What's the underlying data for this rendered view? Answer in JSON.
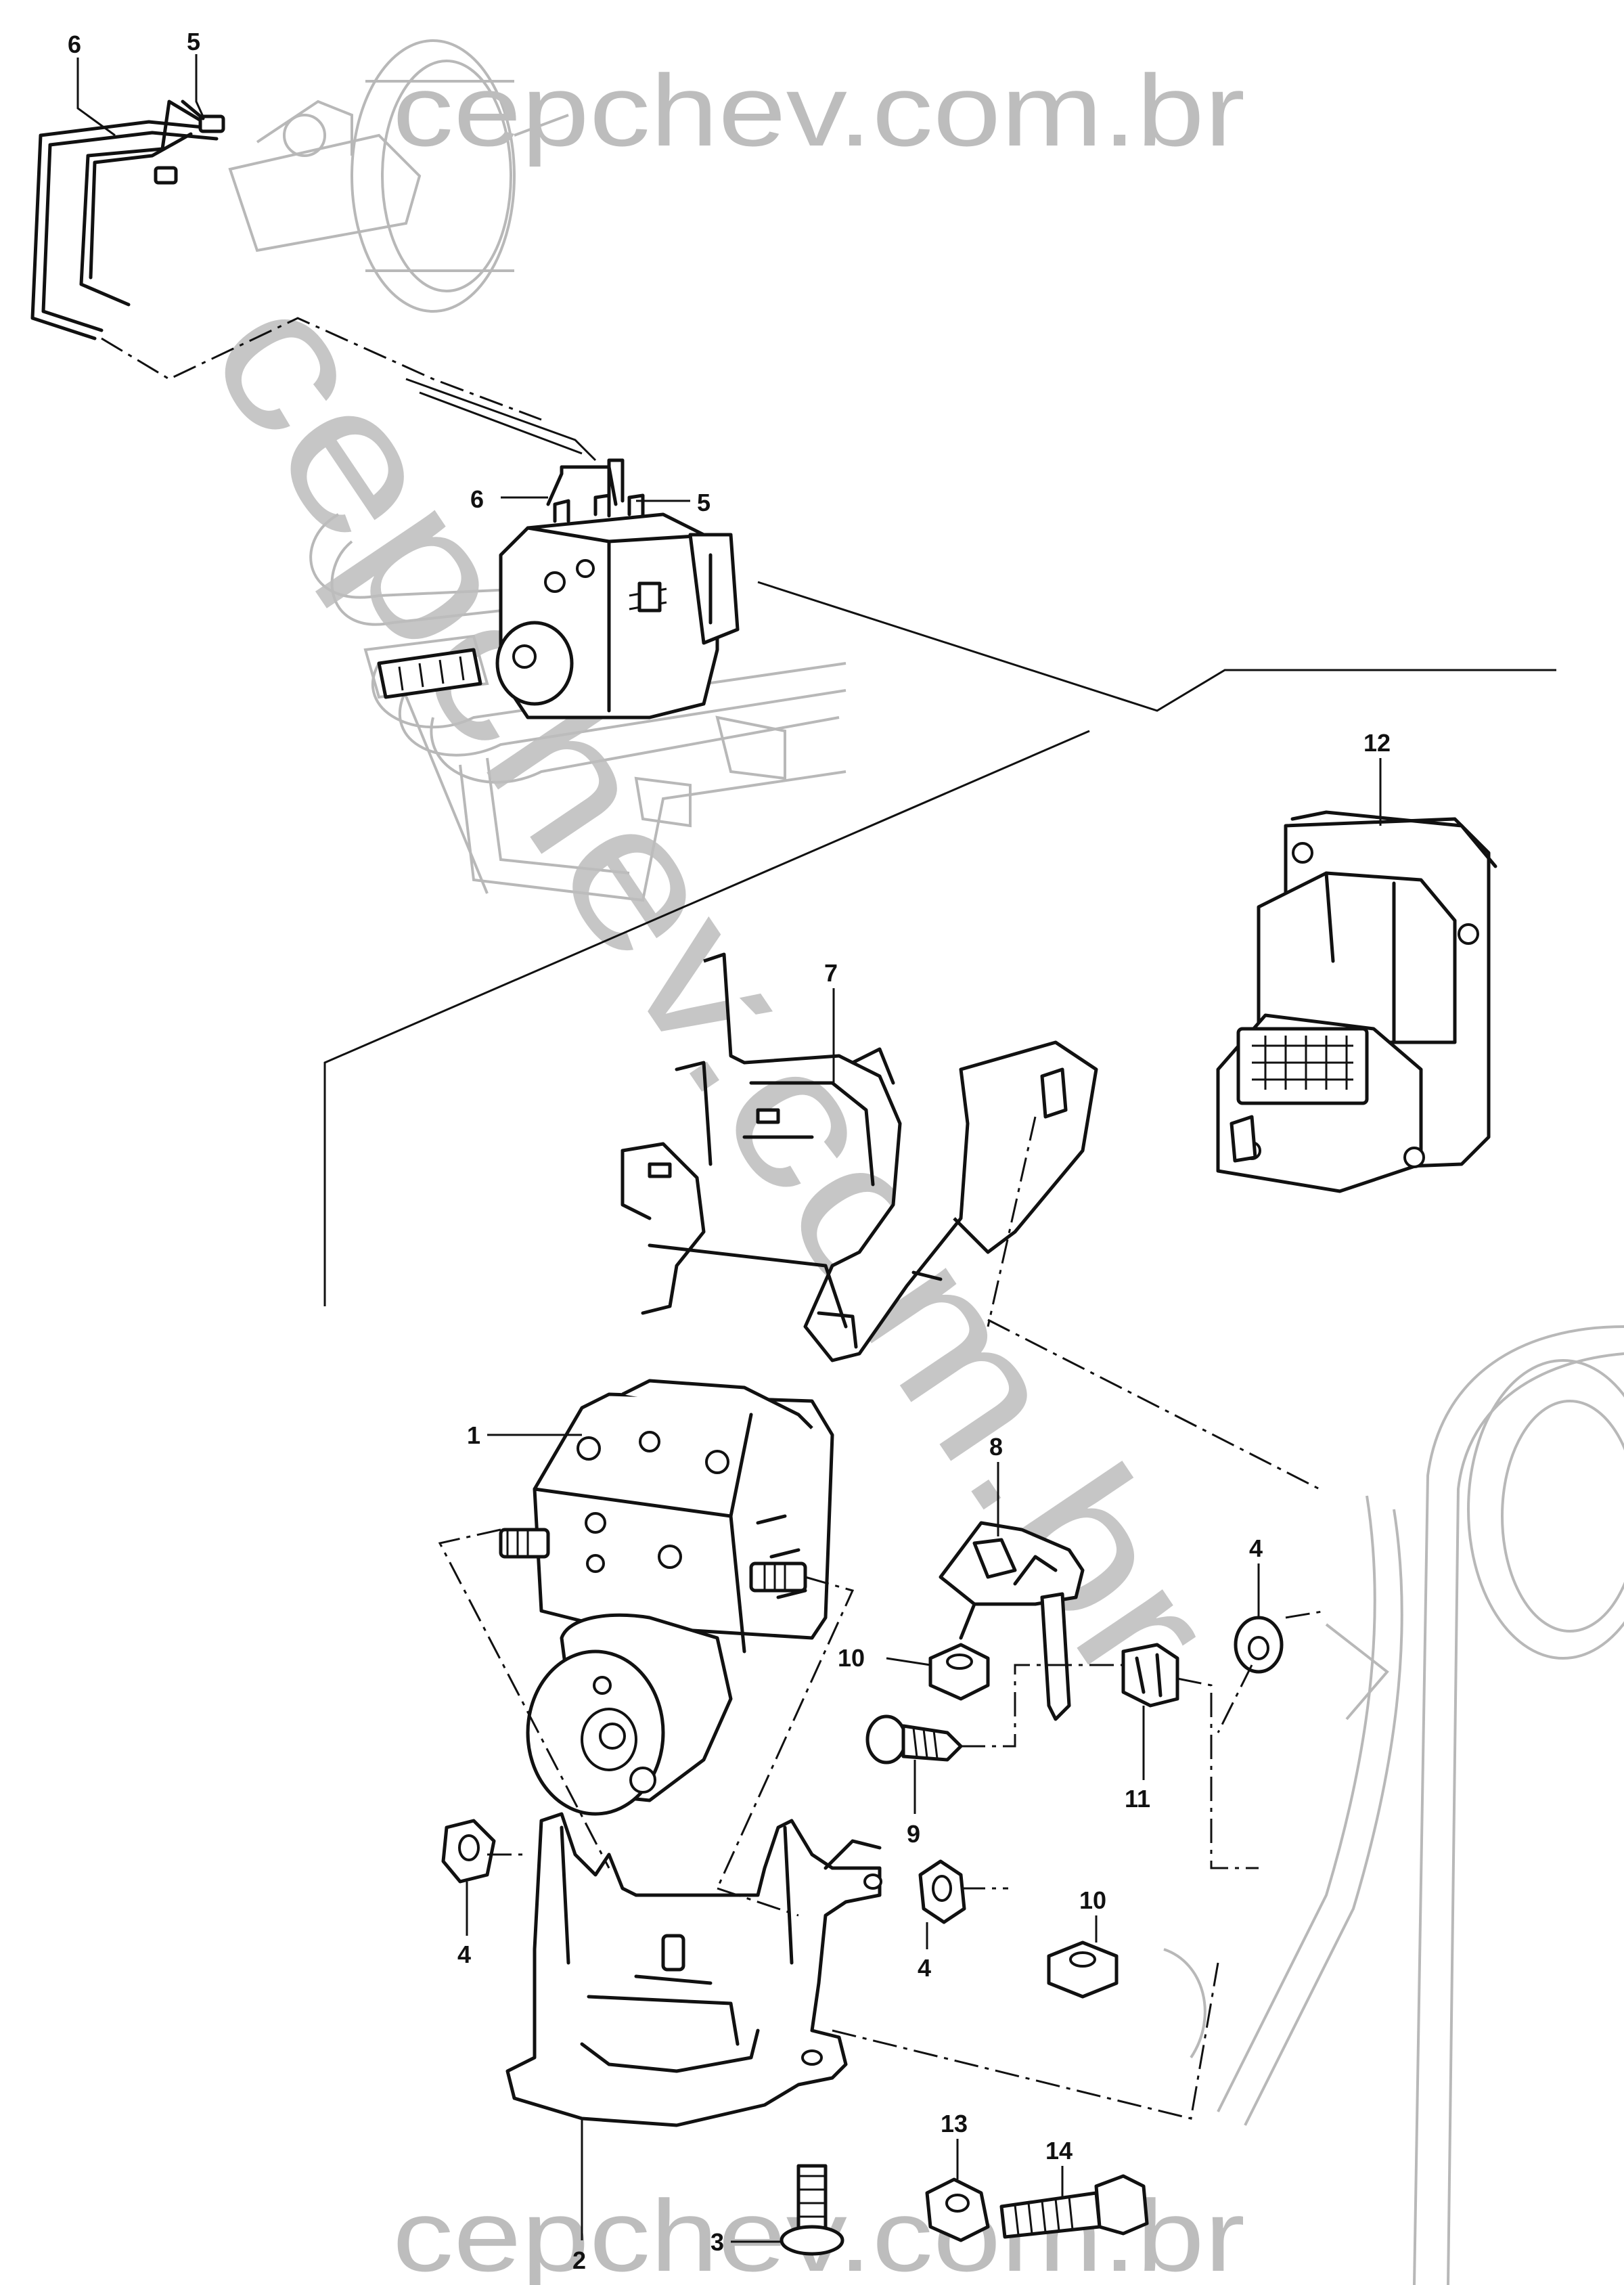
{
  "watermark": {
    "top": "cepchev.com.br",
    "diagonal": "cepchev.com.br",
    "bottom": "cepchev.com.br"
  },
  "callouts": [
    {
      "id": "c6a",
      "label": "6"
    },
    {
      "id": "c5a",
      "label": "5"
    },
    {
      "id": "c6b",
      "label": "6"
    },
    {
      "id": "c5b",
      "label": "5"
    },
    {
      "id": "c12",
      "label": "12"
    },
    {
      "id": "c7",
      "label": "7"
    },
    {
      "id": "c1",
      "label": "1"
    },
    {
      "id": "c8",
      "label": "8"
    },
    {
      "id": "c4a",
      "label": "4"
    },
    {
      "id": "c10a",
      "label": "10"
    },
    {
      "id": "c11",
      "label": "11"
    },
    {
      "id": "c9",
      "label": "9"
    },
    {
      "id": "c4b",
      "label": "4"
    },
    {
      "id": "c10b",
      "label": "10"
    },
    {
      "id": "c4c",
      "label": "4"
    },
    {
      "id": "c13",
      "label": "13"
    },
    {
      "id": "c14",
      "label": "14"
    },
    {
      "id": "c2",
      "label": "2"
    },
    {
      "id": "c3",
      "label": "3"
    }
  ]
}
